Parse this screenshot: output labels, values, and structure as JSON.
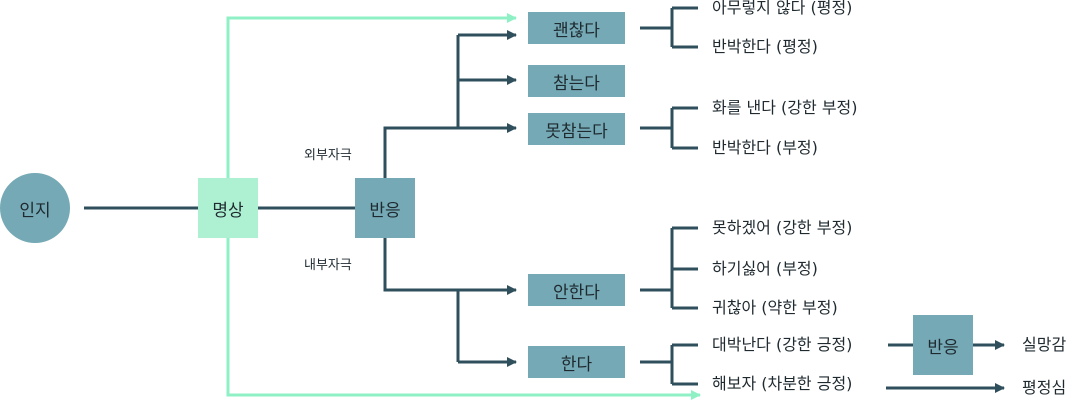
{
  "nodes": {
    "cognition": "인지",
    "meditation": "명상",
    "reaction": "반응",
    "fine": "괜찮다",
    "endure": "참는다",
    "not_endure": "못참는다",
    "not_do": "안한다",
    "do": "한다",
    "reaction2": "반응"
  },
  "edge_labels": {
    "external": "외부자극",
    "internal": "내부자극"
  },
  "outcomes": {
    "fine_1": "아무렇지 않다 (평정)",
    "fine_2": "반박한다 (평정)",
    "not_endure_1": "화를 낸다 (강한 부정)",
    "not_endure_2": "반박한다 (부정)",
    "not_do_1": "못하겠어 (강한 부정)",
    "not_do_2": "하기싫어 (부정)",
    "not_do_3": "귀찮아 (약한 부정)",
    "do_1": "대박난다 (강한 긍정)",
    "do_2": "해보자 (차분한 긍정)",
    "disappointment": "실망감",
    "equanimity": "평정심"
  },
  "colors": {
    "line_dark": "#2f4f5c",
    "line_light": "#8ff0c6",
    "box": "#75a9b5",
    "box_light": "#aef0d2"
  }
}
